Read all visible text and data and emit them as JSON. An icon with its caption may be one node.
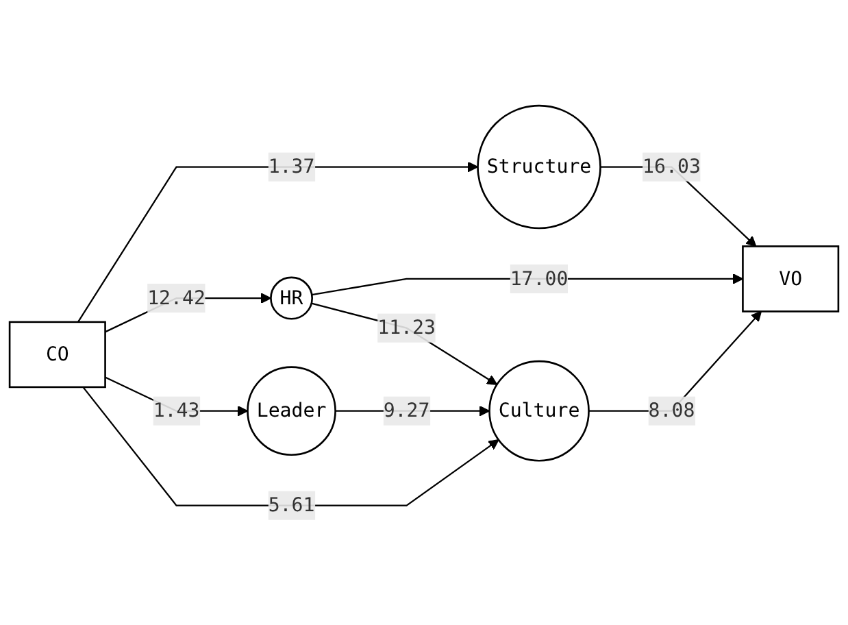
{
  "diagram": {
    "nodes": [
      {
        "text": [
          "CO"
        ]
      },
      {
        "text": [
          "Structure"
        ]
      },
      {
        "text": [
          "HR"
        ]
      },
      {
        "text": [
          "Leader"
        ]
      },
      {
        "text": [
          "Culture"
        ]
      },
      {
        "text": [
          "VO"
        ]
      }
    ],
    "edges": [
      {
        "from": 0,
        "to": 1,
        "arrow": "to",
        "label": "1.37"
      },
      {
        "from": 0,
        "to": 2,
        "arrow": "to",
        "label": "12.42"
      },
      {
        "from": 0,
        "to": 3,
        "arrow": "to",
        "label": "1.43"
      },
      {
        "from": 0,
        "to": 4,
        "arrow": "to",
        "label": "5.61"
      },
      {
        "from": 1,
        "to": 5,
        "arrow": "to",
        "label": "16.03"
      },
      {
        "from": 2,
        "to": 5,
        "arrow": "to",
        "label": "17.00"
      },
      {
        "from": 2,
        "to": 4,
        "arrow": "to",
        "label": "11.23"
      },
      {
        "from": 3,
        "to": 4,
        "arrow": "to",
        "label": "9.27"
      },
      {
        "from": 4,
        "to": 5,
        "arrow": "to",
        "label": "8.08"
      }
    ]
  }
}
